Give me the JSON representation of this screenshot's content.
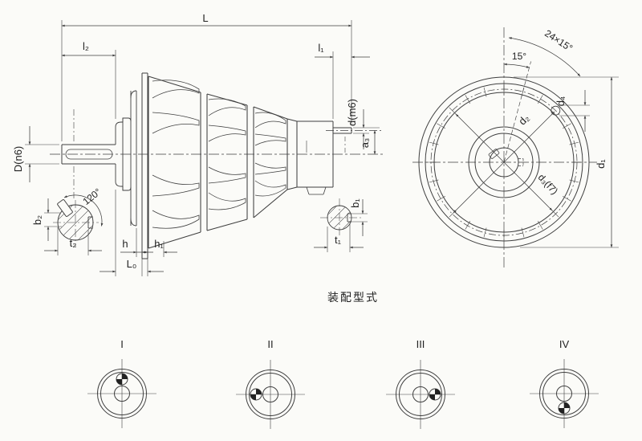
{
  "caption": "装配型式",
  "labels": {
    "L": "L",
    "l2": "l₂",
    "l1": "l₁",
    "D": "D(n6)",
    "d": "d(m6)",
    "a3": "a₃",
    "h": "h",
    "h1": "h₁",
    "L0": "L₀",
    "angle120": "120°",
    "b2": "b₂",
    "t2": "t₂",
    "b1": "b₁",
    "t1": "t₁",
    "holes": "24×15°",
    "angle15": "15°",
    "d1": "d₁",
    "d2": "d₂",
    "d3": "d₃(f7)",
    "d4": "d₄"
  },
  "assembly_types": [
    "I",
    "II",
    "III",
    "IV"
  ],
  "colors": {
    "line": "#3f3f3f",
    "paper": "#fbfbf8"
  }
}
